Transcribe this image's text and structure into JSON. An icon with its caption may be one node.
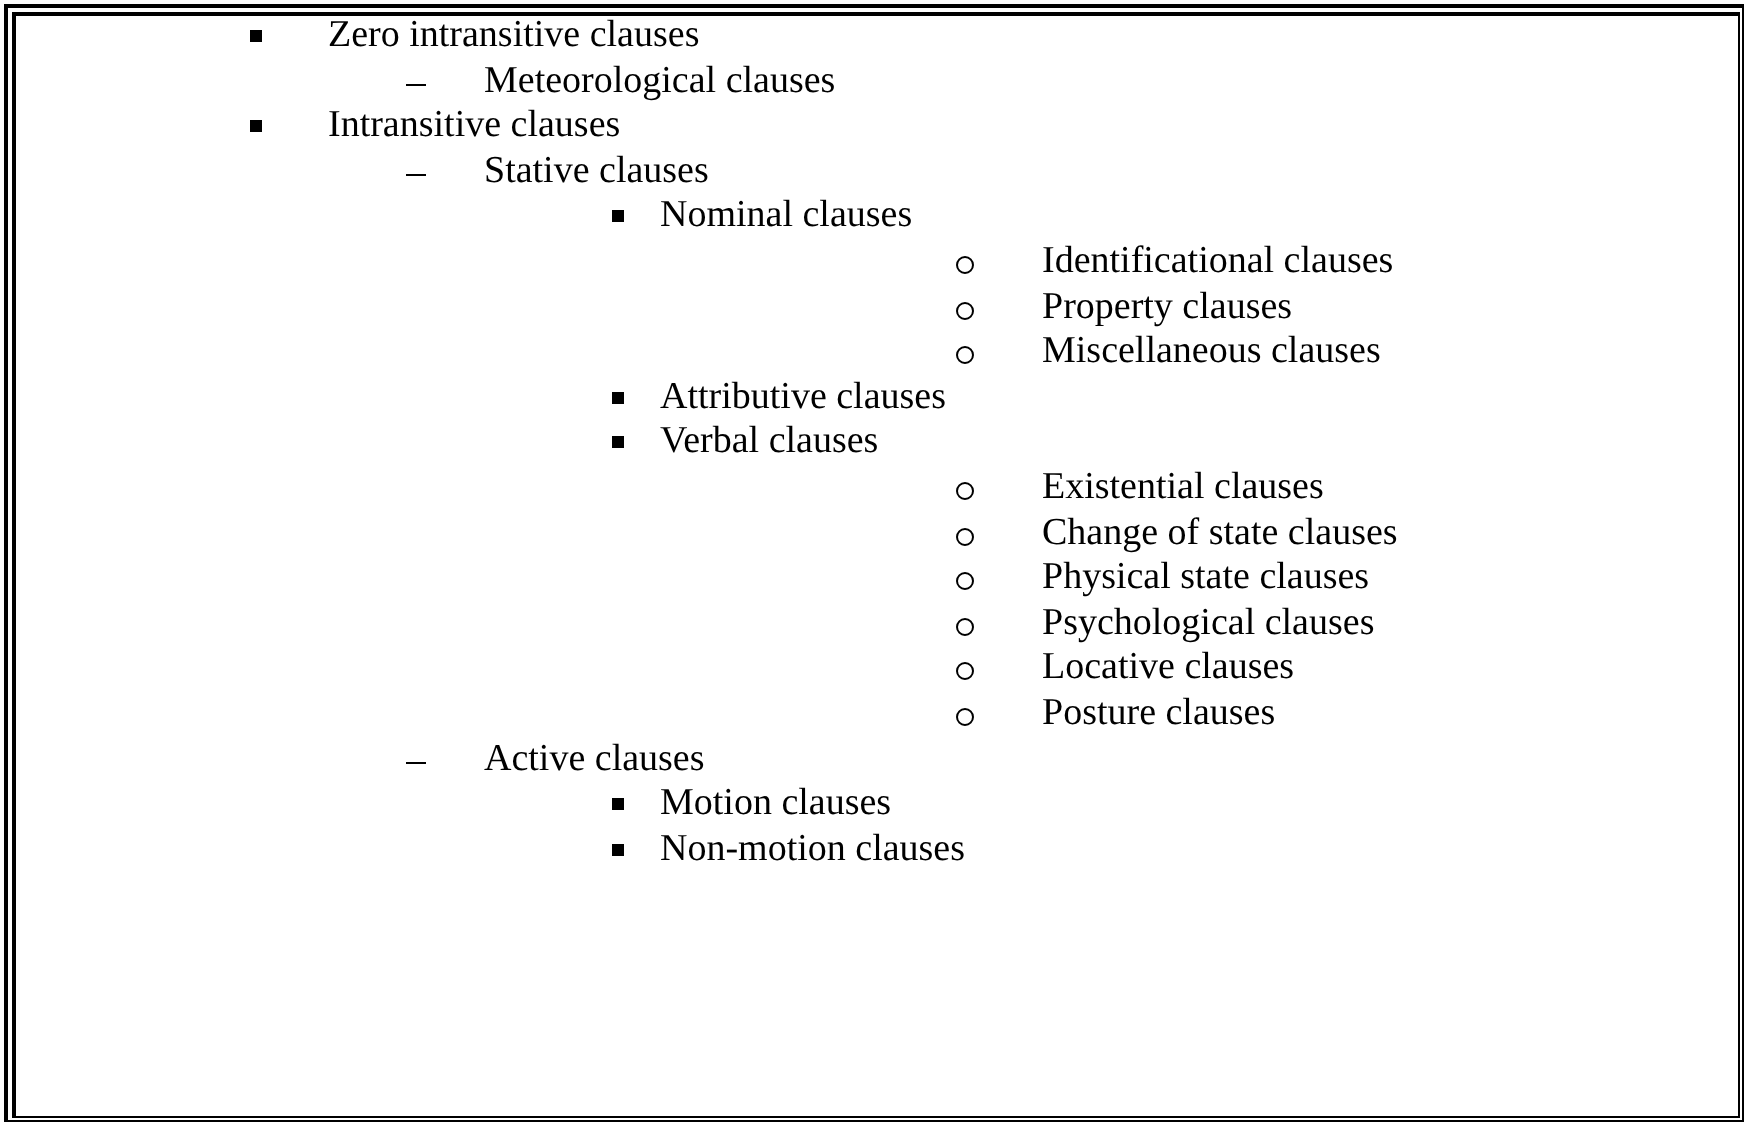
{
  "diagram": {
    "labels": [
      "Zero intransitive clauses",
      "Meteorological clauses",
      "Intransitive clauses",
      "Stative clauses",
      "Nominal clauses",
      "Identificational clauses",
      "Property clauses",
      "Miscellaneous clauses",
      "Attributive clauses",
      "Verbal clauses",
      "Existential clauses",
      "Change of state clauses",
      "Physical state clauses",
      "Psychological clauses",
      "Locative clauses",
      "Posture clauses",
      "Active clauses",
      "Motion clauses",
      "Non-motion clauses"
    ]
  }
}
